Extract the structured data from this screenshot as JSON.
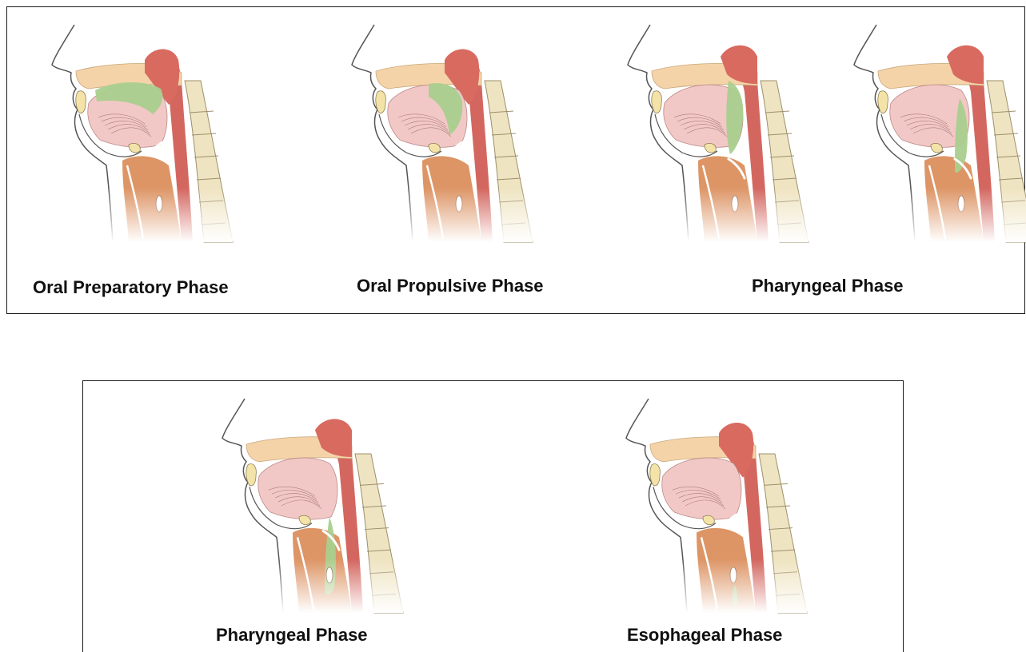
{
  "figure": {
    "top_row": {
      "captions": [
        "Oral Preparatory Phase",
        "Oral Propulsive Phase",
        "Pharyngeal Phase"
      ]
    },
    "bottom_row": {
      "captions": [
        "Pharyngeal Phase",
        "Esophageal Phase"
      ]
    }
  },
  "colors": {
    "skin_outline": "#555555",
    "palate": "#f5d3a8",
    "soft_palate": "#d96a5f",
    "tongue": "#f2c8c6",
    "bolus": "#a9cf8e",
    "pharynx_wall": "#cf5a52",
    "vertebrae": "#efe4c1",
    "larynx": "#d98a55",
    "tooth": "#f4e3a8"
  }
}
